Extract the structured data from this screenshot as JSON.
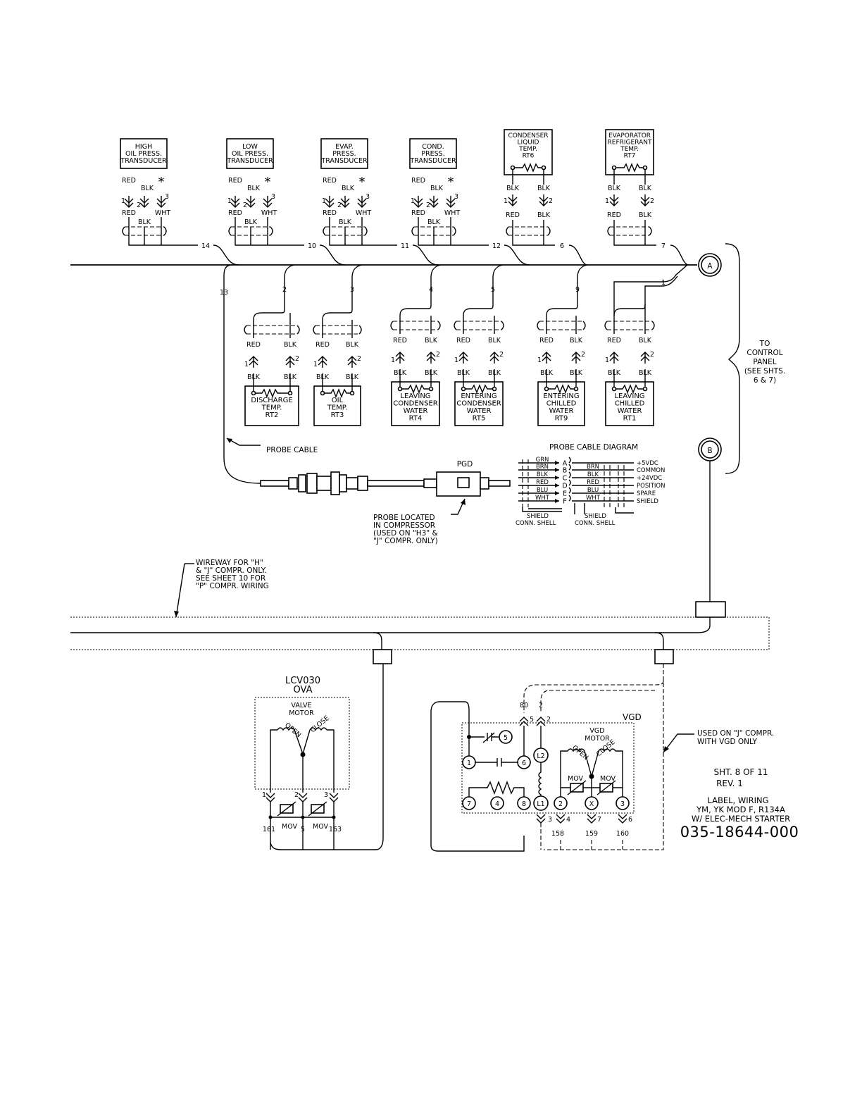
{
  "transducers": [
    {
      "id": "high-oil",
      "lines": [
        "HIGH",
        "OIL PRESS.",
        "TRANSDUCER"
      ],
      "red": "RED",
      "blk": "BLK",
      "star": "*",
      "n1": "1",
      "n2": "2",
      "n3": "3",
      "red2": "RED",
      "blk2": "BLK",
      "wht": "WHT",
      "wire": "14"
    },
    {
      "id": "low-oil",
      "lines": [
        "LOW",
        "OIL PRESS.",
        "TRANSDUCER"
      ],
      "red": "RED",
      "blk": "BLK",
      "star": "*",
      "n1": "1",
      "n2": "2",
      "n3": "3",
      "red2": "RED",
      "blk2": "BLK",
      "wht": "WHT",
      "wire": "10"
    },
    {
      "id": "evap",
      "lines": [
        "EVAP.",
        "PRESS.",
        "TRANSDUCER"
      ],
      "red": "RED",
      "blk": "BLK",
      "star": "*",
      "n1": "1",
      "n2": "2",
      "n3": "3",
      "red2": "RED",
      "blk2": "BLK",
      "wht": "WHT",
      "wire": "11"
    },
    {
      "id": "cond",
      "lines": [
        "COND.",
        "PRESS.",
        "TRANSDUCER"
      ],
      "red": "RED",
      "blk": "BLK",
      "star": "*",
      "n1": "1",
      "n2": "2",
      "n3": "3",
      "red2": "RED",
      "blk2": "BLK",
      "wht": "WHT",
      "wire": "12"
    }
  ],
  "top_sensors": [
    {
      "id": "rt6",
      "lines": [
        "CONDENSER",
        "LIQUID",
        "TEMP.",
        "RT6"
      ],
      "c1": "BLK",
      "c2": "BLK",
      "n1": "1",
      "n2": "2",
      "b1": "RED",
      "b2": "BLK",
      "wire": "6"
    },
    {
      "id": "rt7",
      "lines": [
        "EVAPORATOR",
        "REFRIGERANT",
        "TEMP.",
        "RT7"
      ],
      "c1": "BLK",
      "c2": "BLK",
      "n1": "1",
      "n2": "2",
      "b1": "RED",
      "b2": "BLK",
      "wire": "7"
    }
  ],
  "bottom_sensors": [
    {
      "id": "rt2",
      "lines": [
        "DISCHARGE",
        "TEMP.",
        "RT2"
      ],
      "c1": "RED",
      "c2": "BLK",
      "n1": "1",
      "n2": "2",
      "b1": "BLK",
      "b2": "BLK",
      "wire": "2"
    },
    {
      "id": "rt3",
      "lines": [
        "OIL",
        "TEMP.",
        "RT3"
      ],
      "c1": "RED",
      "c2": "BLK",
      "n1": "1",
      "n2": "2",
      "b1": "BLK",
      "b2": "BLK",
      "wire": "3"
    },
    {
      "id": "rt4",
      "lines": [
        "LEAVING",
        "CONDENSER",
        "WATER",
        "RT4"
      ],
      "c1": "RED",
      "c2": "BLK",
      "n1": "1",
      "n2": "2",
      "b1": "BLK",
      "b2": "BLK",
      "wire": "4"
    },
    {
      "id": "rt5",
      "lines": [
        "ENTERING",
        "CONDENSER",
        "WATER",
        "RT5"
      ],
      "c1": "RED",
      "c2": "BLK",
      "n1": "1",
      "n2": "2",
      "b1": "BLK",
      "b2": "BLK",
      "wire": "5"
    },
    {
      "id": "rt9",
      "lines": [
        "ENTERING",
        "CHILLED",
        "WATER",
        "RT9"
      ],
      "c1": "RED",
      "c2": "BLK",
      "n1": "1",
      "n2": "2",
      "b1": "BLK",
      "b2": "BLK",
      "wire": "9"
    },
    {
      "id": "rt1",
      "lines": [
        "LEAVING",
        "CHILLED",
        "WATER",
        "RT1"
      ],
      "c1": "RED",
      "c2": "BLK",
      "n1": "1",
      "n2": "2",
      "b1": "BLK",
      "b2": "BLK",
      "wire": "1"
    }
  ],
  "wire_13": "13",
  "connector_a": "A",
  "connector_b": "B",
  "control_panel": [
    "TO",
    "CONTROL",
    "PANEL",
    "(SEE SHTS.",
    "6 & 7)"
  ],
  "probe_cable_label": "PROBE CABLE",
  "pgd_label": "PGD",
  "probe_located": [
    "PROBE LOCATED",
    "IN COMPRESSOR",
    "(USED ON \"H3\" &",
    "\"J\" COMPR. ONLY)"
  ],
  "probe_diagram": {
    "title": "PROBE CABLE DIAGRAM",
    "left_colors": [
      "GRN",
      "BRN",
      "BLK",
      "RED",
      "BLU",
      "WHT"
    ],
    "pins": [
      "A",
      "B",
      "C",
      "D",
      "E",
      "F"
    ],
    "right_colors": [
      "BRN",
      "BLK",
      "RED",
      "BLU",
      "WHT"
    ],
    "signals": [
      "+5VDC",
      "COMMON",
      "+24VDC",
      "POSITION",
      "SPARE",
      "SHIELD"
    ],
    "shield_left": [
      "SHIELD",
      "CONN. SHELL"
    ],
    "shield_right": [
      "SHIELD",
      "CONN. SHELL"
    ]
  },
  "wireway_note": [
    "WIREWAY FOR \"H\"",
    "& \"J\" COMPR. ONLY.",
    "SEE SHEET 10 FOR",
    "\"P\" COMPR. WIRING"
  ],
  "lcv": {
    "title": [
      "LCV030",
      "OVA"
    ],
    "motor": [
      "VALVE",
      "MOTOR"
    ],
    "open": "OPEN",
    "close": "CLOSE",
    "pins": [
      "1",
      "2",
      "3"
    ],
    "mov": "MOV",
    "wires": [
      "161",
      "5",
      "163"
    ]
  },
  "vgd": {
    "title": "VGD",
    "motor": [
      "VGD",
      "MOTOR"
    ],
    "open": "OPEN",
    "close": "CLOSE",
    "mov": "MOV",
    "top_wires": [
      "80",
      "2"
    ],
    "top_pins": [
      "5",
      "2"
    ],
    "terminals": [
      "5",
      "1",
      "6",
      "L2",
      "7",
      "4",
      "8",
      "L1",
      "2",
      "X",
      "3"
    ],
    "bottom_pins": [
      "3",
      "4",
      "7",
      "6"
    ],
    "bottom_wires": [
      "158",
      "159",
      "160"
    ]
  },
  "used_on_j": [
    "USED ON \"J\" COMPR.",
    "WITH VGD ONLY"
  ],
  "title_block": {
    "sheet": "SHT. 8 OF 11",
    "rev": "REV. 1",
    "label": [
      "LABEL, WIRING",
      "YM, YK MOD F, R134A",
      "W/ ELEC-MECH STARTER"
    ],
    "part_number": "035-18644-000"
  }
}
